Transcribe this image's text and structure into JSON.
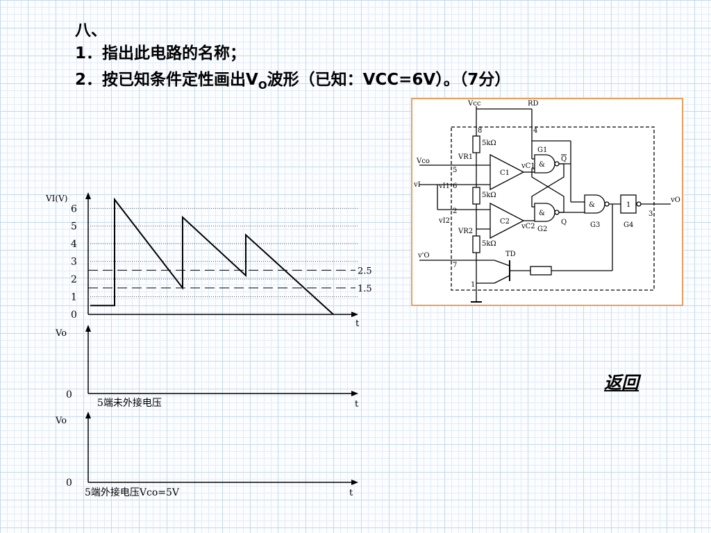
{
  "question": {
    "heading": "八、",
    "item1": "1．指出此电路的名称；",
    "item2_prefix": "2．按已知条件定性画出V",
    "item2_sub": "O",
    "item2_suffix": "波形（已知：VCC=6V）。（7分）"
  },
  "back_link": "返回",
  "chart_data": [
    {
      "type": "line",
      "ylabel": "VI(V)",
      "xlabel": "t",
      "y_ticks": [
        "6",
        "5",
        "4",
        "3",
        "2",
        "1",
        "0"
      ],
      "ylim": [
        0,
        6.6
      ],
      "thresholds": [
        {
          "value": 2.5,
          "label": "2.5"
        },
        {
          "value": 1.5,
          "label": "1.5"
        }
      ],
      "points": [
        [
          0,
          0.5
        ],
        [
          1,
          0.5
        ],
        [
          1,
          6.5
        ],
        [
          3.8,
          1.5
        ],
        [
          3.8,
          5.5
        ],
        [
          6.4,
          2.2
        ],
        [
          6.4,
          4.5
        ],
        [
          10,
          0
        ]
      ]
    },
    {
      "type": "line",
      "ylabel": "Vo",
      "origin": "0",
      "xlabel": "t",
      "caption": "5端未外接电压"
    },
    {
      "type": "line",
      "ylabel": "Vo",
      "origin": "0",
      "xlabel": "t",
      "caption": "5端外接电压Vco=5V"
    }
  ],
  "circuit": {
    "vcc": "Vcc",
    "rd": "RD",
    "r1": "5kΩ",
    "r2": "5kΩ",
    "r3": "5kΩ",
    "vco": "Vco",
    "vr1": "VR1",
    "vr2": "VR2",
    "vi": "vI",
    "vi1": "vI1",
    "vi2": "vI2",
    "c1": "C1",
    "c2": "C2",
    "vc1": "vC1",
    "vc2": "vC2",
    "g1": "G1",
    "g2": "G2",
    "g3": "G3",
    "g4": "G4",
    "q": "Q",
    "qbar": "Q",
    "td": "TD",
    "vo": "vO",
    "vo_prime": "v'O",
    "and_symbol": "&",
    "not_symbol": "1",
    "pins": [
      "8",
      "4",
      "5",
      "6",
      "2",
      "7",
      "1",
      "3"
    ]
  }
}
